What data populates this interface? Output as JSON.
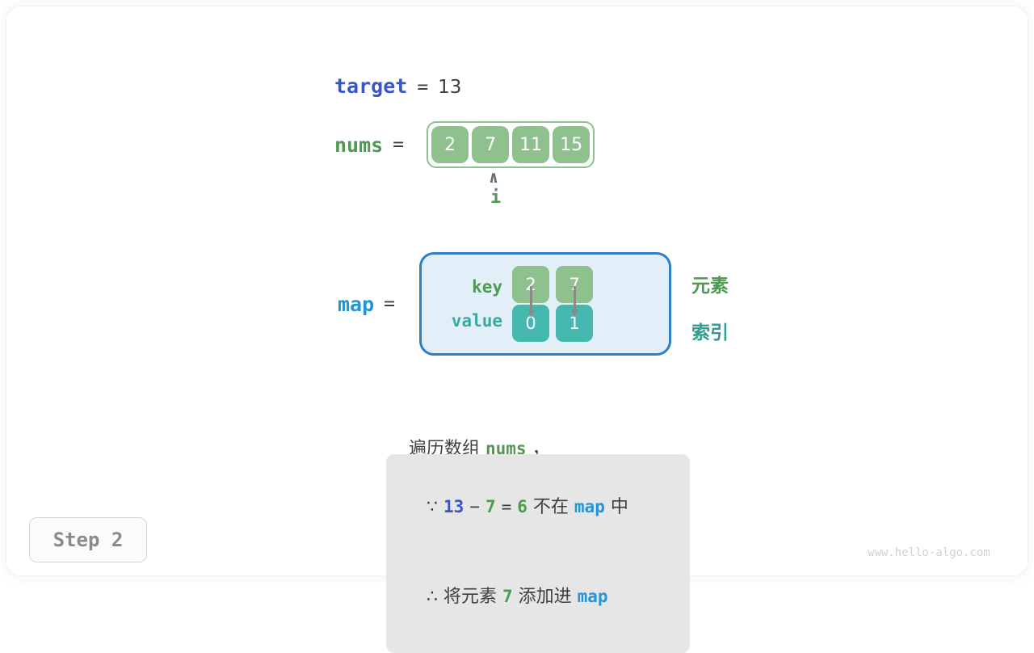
{
  "frame": {
    "watermark": "www.hello-algo.com"
  },
  "step": {
    "label": "Step 2"
  },
  "target": {
    "name": "target",
    "eq": "=",
    "value": "13"
  },
  "nums": {
    "name": "nums",
    "eq": "=",
    "cells": [
      "2",
      "7",
      "11",
      "15"
    ],
    "pointer": {
      "caret": "∧",
      "label": "i",
      "index": 1
    }
  },
  "map": {
    "name": "map",
    "eq": "=",
    "row_labels": {
      "key": "key",
      "value": "value"
    },
    "entries": [
      {
        "key": "2",
        "value": "0"
      },
      {
        "key": "7",
        "value": "1"
      }
    ],
    "side_labels": {
      "element": "元素",
      "index": "索引"
    }
  },
  "caption": {
    "prefix": "遍历数组 ",
    "var": "nums",
    "suffix": " ，"
  },
  "note": {
    "line1": {
      "because_symbol": "∵",
      "a": "13",
      "minus": "−",
      "b": "7",
      "equals": "=",
      "result": "6",
      "text_mid": " 不在 ",
      "map": "map",
      "text_end": " 中"
    },
    "line2": {
      "therefore_symbol": "∴",
      "text_start": " 将元素 ",
      "value": "7",
      "text_mid": " 添加进 ",
      "map": "map"
    }
  },
  "colors": {
    "target_blue": "#3a55cc",
    "nums_green": "#4e9a51",
    "map_blue": "#2394d6",
    "cell_green": "#8fc18f",
    "cell_teal": "#45b8b0",
    "map_box_fill": "#e2eff9",
    "map_box_border": "#2f7fc4",
    "note_bg": "#e6e6e6",
    "arrow_gray": "#8a8a8a"
  }
}
